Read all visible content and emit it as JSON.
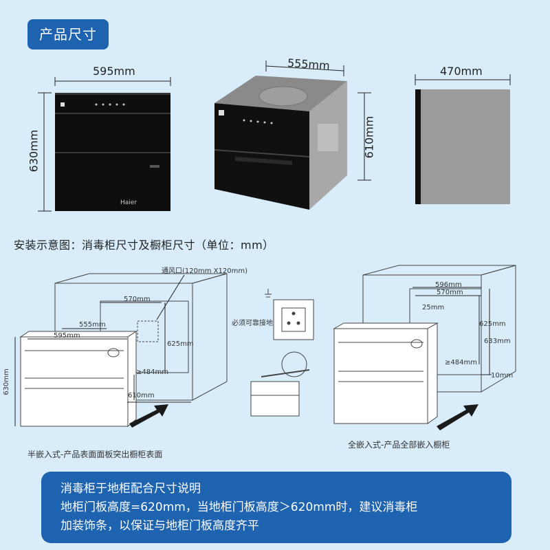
{
  "title": "产品尺寸",
  "product_dims": {
    "front_width": "595mm",
    "front_height": "630mm",
    "side_depth": "555mm",
    "side_height": "610mm",
    "top_width": "470mm"
  },
  "brand": "Haier",
  "install_title": "安装示意图：消毒柜尺寸及橱柜尺寸（单位：mm）",
  "half_embed": {
    "vent_label": "通风口(120mm X120mm)",
    "dims": [
      "570mm",
      "555mm",
      "595mm",
      "625mm",
      "≥484mm",
      "610mm",
      "630mm"
    ],
    "caption": "半嵌入式-产品表面面板突出橱柜表面"
  },
  "socket_label": "必须可靠接地",
  "full_embed": {
    "dims": [
      "596mm",
      "570mm",
      "25mm",
      "625mm",
      "633mm",
      "≥484mm",
      "10mm"
    ],
    "caption": "全嵌入式-产品全部嵌入橱柜"
  },
  "note": {
    "title": "消毒柜于地柜配合尺寸说明",
    "line1": "地柜门板高度=620mm，当地柜门板高度＞620mm时，建议消毒柜",
    "line2": "加装饰条，以保证与地柜门板高度齐平"
  }
}
